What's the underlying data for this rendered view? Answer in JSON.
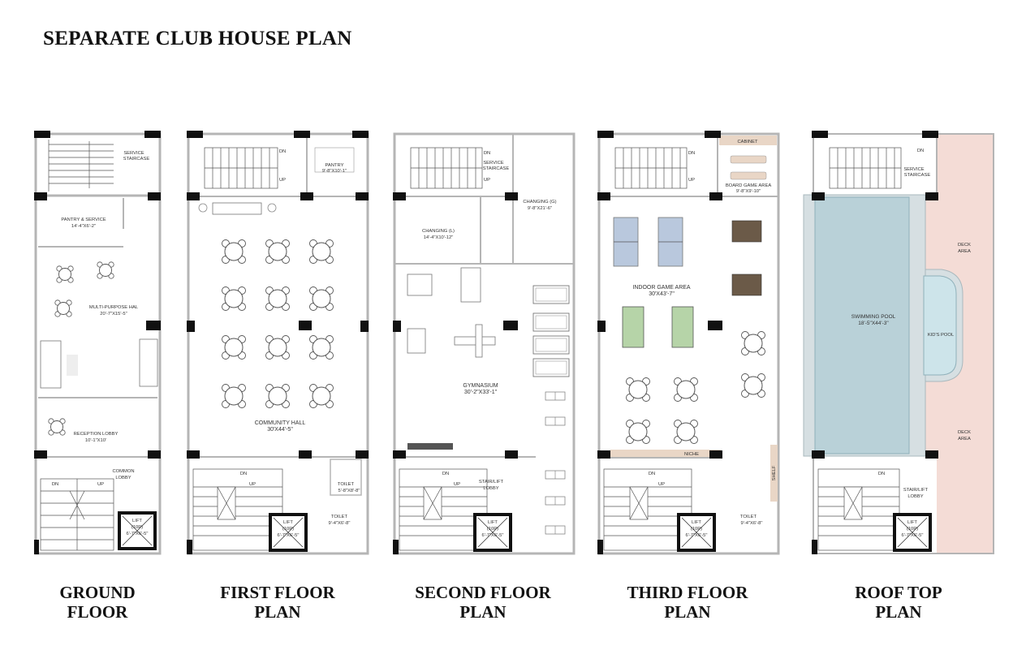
{
  "title": "SEPARATE CLUB HOUSE PLAN",
  "colors": {
    "wall": "#b5b5b5",
    "column": "#111111",
    "pool": "#b9d1d8",
    "kid_pool": "#cde4ea",
    "deck": "#f4dcd6",
    "table_tennis": "#b9c8dd",
    "pool_table": "#b6d4a8",
    "foosball": "#6b5a48",
    "cabinet": "#e9d6c6"
  },
  "plans": [
    {
      "id": "ground",
      "caption": [
        "GROUND",
        "FLOOR"
      ],
      "labels": {
        "service_staircase_1": "SERVICE",
        "service_staircase_2": "STAIRCASE",
        "pantry_1": "PANTRY & SERVICE",
        "pantry_2": "14'-4\"X6'-2\"",
        "hall_1": "MULTI-PURPOSE HAL",
        "hall_2": "20'-7\"X15'-5\"",
        "reception_1": "RECEPTION LOBBY",
        "reception_2": "10'-1\"X10'",
        "common_1": "COMMON",
        "common_2": "LOBBY",
        "dn": "DN",
        "up": "UP",
        "lift_1": "LIFT",
        "lift_2": "(10P)",
        "lift_3": "6'-7\"X6'-5\""
      }
    },
    {
      "id": "first",
      "caption": [
        "FIRST FLOOR",
        "PLAN"
      ],
      "labels": {
        "dn_top": "DN",
        "up_top": "UP",
        "pantry_1": "PANTRY",
        "pantry_2": "9'-8\"X10'-1\"",
        "hall_1": "COMMUNITY HALL",
        "hall_2": "30'X44'-5\"",
        "dn": "DN",
        "up": "UP",
        "toilet_a_1": "TOILET",
        "toilet_a_2": "5'-8\"X8'-8\"",
        "toilet_b_1": "TOILET",
        "toilet_b_2": "9'-4\"X6'-8\"",
        "lift_1": "LIFT",
        "lift_2": "(10P)",
        "lift_3": "6'-7\"X6'-5\""
      }
    },
    {
      "id": "second",
      "caption": [
        "SECOND FLOOR",
        "PLAN"
      ],
      "labels": {
        "dn_top": "DN",
        "service_1": "SERVICE",
        "service_2": "STAIRCASE",
        "up_top": "UP",
        "changing_g_1": "CHANGING (G)",
        "changing_g_2": "9'-8\"X21'-6\"",
        "changing_l_1": "CHANGING (L)",
        "changing_l_2": "14'-4\"X10'-12\"",
        "gym_1": "GYMNASIUM",
        "gym_2": "30'-2\"X33'-1\"",
        "dn": "DN",
        "up": "UP",
        "lobby_1": "STAIR/LIFT",
        "lobby_2": "LOBBY",
        "lift_1": "LIFT",
        "lift_2": "(10P)",
        "lift_3": "6'-7\"X6'-5\""
      }
    },
    {
      "id": "third",
      "caption": [
        "THIRD FLOOR",
        "PLAN"
      ],
      "labels": {
        "dn_top": "DN",
        "up_top": "UP",
        "cabinet": "CABINET",
        "board_1": "BOARD GAME AREA",
        "board_2": "9'-8\"X9'-10\"",
        "indoor_1": "INDOOR GAME AREA",
        "indoor_2": "30'X43'-7\"",
        "niche": "NICHE",
        "shelf": "SHELF",
        "dn": "DN",
        "up": "UP",
        "toilet_1": "TOILET",
        "toilet_2": "9'-4\"X6'-8\"",
        "lift_1": "LIFT",
        "lift_2": "(10P)",
        "lift_3": "6'-7\"X6'-5\""
      }
    },
    {
      "id": "roof",
      "caption": [
        "ROOF TOP",
        "PLAN"
      ],
      "labels": {
        "dn_top": "DN",
        "service_1": "SERVICE",
        "service_2": "STAIRCASE",
        "deck_a_1": "DECK",
        "deck_a_2": "AREA",
        "pool_1": "SWIMMING POOL",
        "pool_2": "18'-5\"X44'-3\"",
        "kids_pool": "KID'S POOL",
        "deck_b_1": "DECK",
        "deck_b_2": "AREA",
        "dn": "DN",
        "lobby_1": "STAIR/LIFT",
        "lobby_2": "LOBBY",
        "lift_1": "LIFT",
        "lift_2": "(10P)",
        "lift_3": "6'-7\"X6'-5\""
      }
    }
  ]
}
